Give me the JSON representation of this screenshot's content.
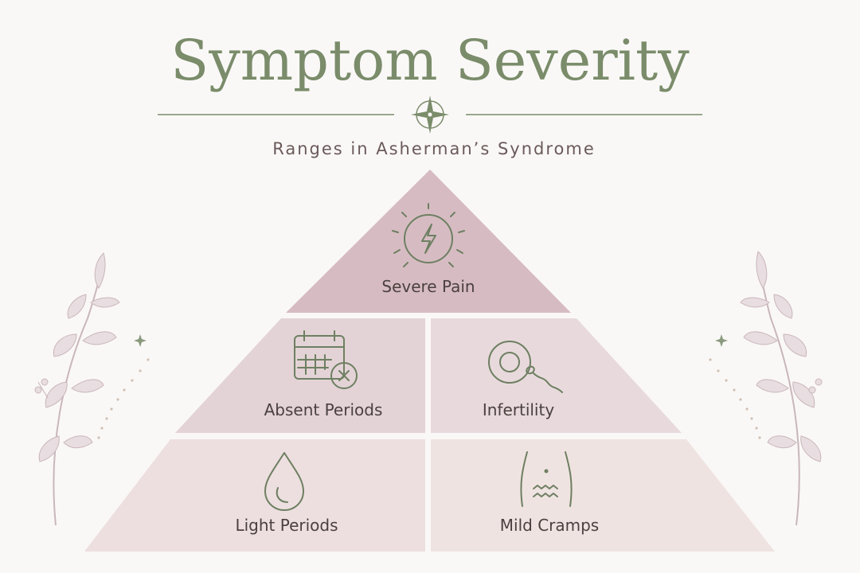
{
  "header": {
    "title": "Symptom Severity",
    "subtitle": "Ranges in Asherman’s Syndrome"
  },
  "pyramid": {
    "top": {
      "label": "Severe Pain",
      "icon": "lightning-bolt-icon",
      "color": "#d6bcc2"
    },
    "middle": [
      {
        "label": "Absent Periods",
        "icon": "calendar-x-icon",
        "color": "#e3d3d6"
      },
      {
        "label": "Infertility",
        "icon": "egg-sperm-icon",
        "color": "#e8dadc"
      }
    ],
    "bottom": [
      {
        "label": "Light Periods",
        "icon": "droplet-icon",
        "color": "#eddfdf"
      },
      {
        "label": "Mild Cramps",
        "icon": "abdomen-cramps-icon",
        "color": "#efe3e1"
      }
    ]
  },
  "colors": {
    "title": "#7a8c6a",
    "icon_stroke": "#6e7f62",
    "background": "#faf8f7"
  },
  "decorations": {
    "divider_icon": "compass-star-icon",
    "left_ornament": "leafy-branch-icon",
    "right_ornament": "leafy-branch-icon"
  }
}
